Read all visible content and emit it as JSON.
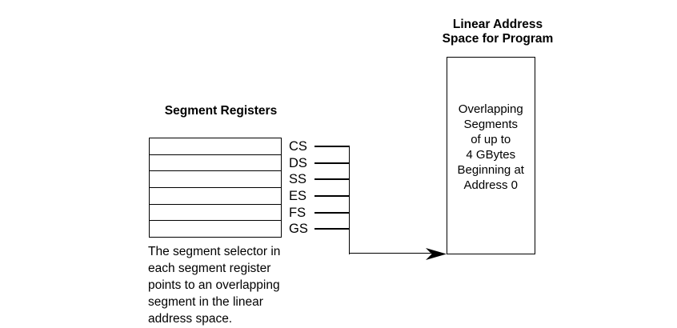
{
  "figure": {
    "background": "#ffffff",
    "line_color": "#000000",
    "text_color": "#000000"
  },
  "segment_registers": {
    "title": "Segment Registers",
    "labels": [
      "CS",
      "DS",
      "SS",
      "ES",
      "FS",
      "GS"
    ]
  },
  "linear_space": {
    "title": "Linear Address\nSpace for Program",
    "box_text": "Overlapping\nSegments\nof up to\n4 GBytes\nBeginning at\nAddress 0"
  },
  "caption": "The segment selector in\neach segment register\npoints to an overlapping\nsegment in the linear\naddress space."
}
